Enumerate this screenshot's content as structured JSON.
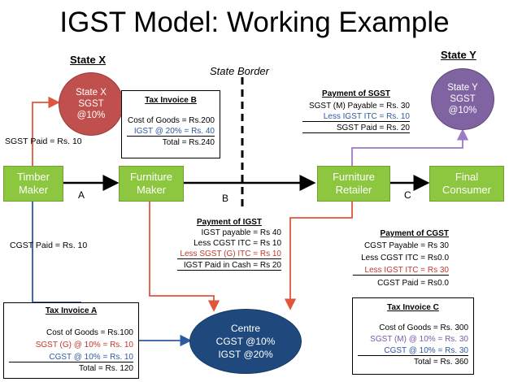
{
  "title": "IGST Model: Working Example",
  "state_x": "State X",
  "state_y": "State Y",
  "state_border": "State Border",
  "circle_x": {
    "line1": "State X",
    "line2": "SGST",
    "line3": "@10%",
    "color": "#c0392b"
  },
  "circle_y": {
    "line1": "State Y",
    "line2": "SGST",
    "line3": "@10%",
    "color": "#8064a2"
  },
  "centre": {
    "line1": "Centre",
    "line2": "CGST @10%",
    "line3": "IGST @20%",
    "color": "#1f4e79"
  },
  "nodes": {
    "timber": {
      "line1": "Timber",
      "line2": "Maker"
    },
    "furniture_maker": {
      "line1": "Furniture",
      "line2": "Maker"
    },
    "furniture_retailer": {
      "line1": "Furniture",
      "line2": "Retailer"
    },
    "final_consumer": {
      "line1": "Final",
      "line2": "Consumer"
    }
  },
  "letters": {
    "a": "A",
    "b": "B",
    "c": "C"
  },
  "sgst_paid": "SGST Paid = Rs. 10",
  "cgst_paid": "CGST Paid = Rs. 10",
  "tax_invoice_a": {
    "title": "Tax Invoice A",
    "rows": [
      "Cost of Goods = Rs.100",
      "SGST (G) @ 10% = Rs.   10",
      "CGST @ 10% = Rs.   10",
      "Total = Rs.   120"
    ]
  },
  "tax_invoice_b": {
    "title": "Tax Invoice B",
    "rows": [
      "Cost of Goods = Rs.200",
      "IGST @ 20% = Rs.  40",
      "Total = Rs.240"
    ]
  },
  "tax_invoice_c": {
    "title": "Tax Invoice C",
    "rows": [
      "Cost of Goods = Rs. 300",
      "SGST (M) @ 10% = Rs.  30",
      "CGST @ 10% = Rs.  30",
      "Total = Rs. 360"
    ]
  },
  "payment_sgst": {
    "title": "Payment of SGST",
    "rows": [
      "SGST (M) Payable = Rs. 30",
      "Less IGST ITC = Rs. 10",
      "SGST Paid = Rs. 20"
    ]
  },
  "payment_igst": {
    "title": "Payment of IGST",
    "rows": [
      "IGST payable = Rs 40",
      "Less CGST ITC = Rs 10",
      "Less SGST (G) ITC = Rs 10",
      "IGST Paid in Cash = Rs 20"
    ]
  },
  "payment_cgst": {
    "title": "Payment of CGST",
    "rows": [
      "CGST Payable = Rs 30",
      "Less CGST ITC = Rs0.0",
      "Less IGST ITC = Rs 30",
      "CGST Paid = Rs0.0"
    ]
  }
}
